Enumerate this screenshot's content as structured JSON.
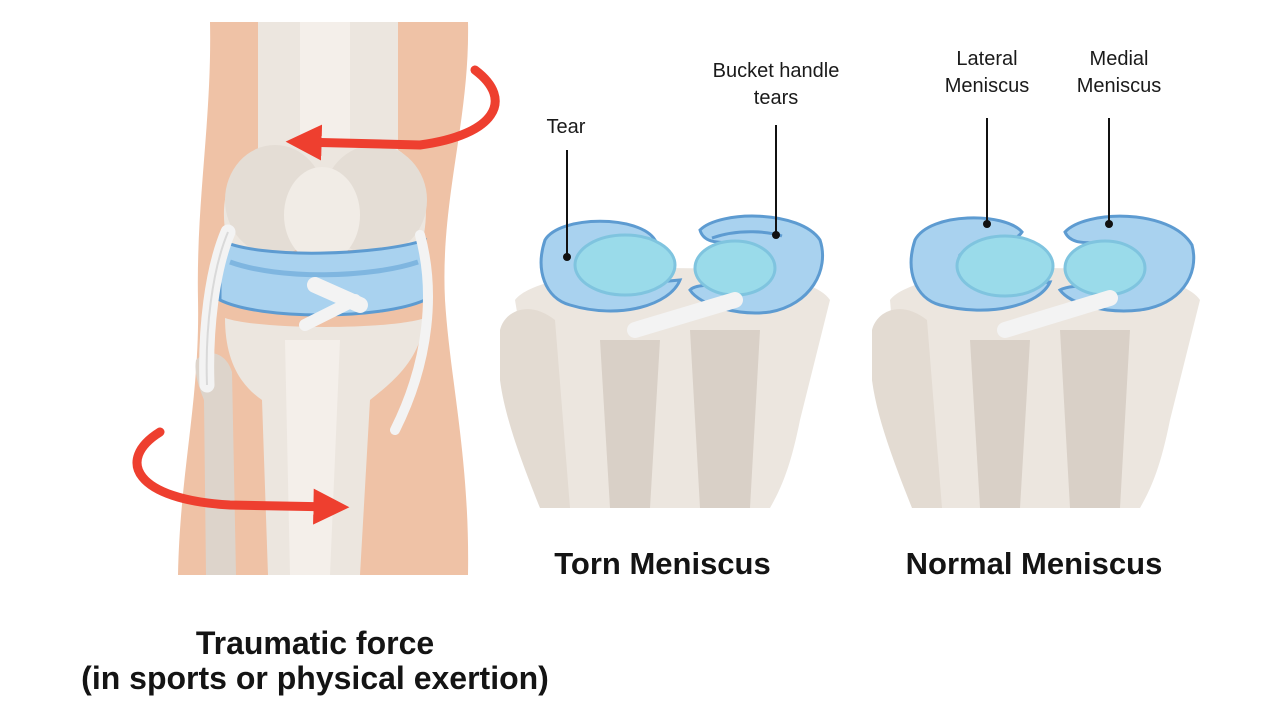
{
  "labels": {
    "tear": "Tear",
    "bucket_handle_line1": "Bucket handle",
    "bucket_handle_line2": "tears",
    "lateral_line1": "Lateral",
    "lateral_line2": "Meniscus",
    "medial_line1": "Medial",
    "medial_line2": "Meniscus"
  },
  "captions": {
    "torn": "Torn Meniscus",
    "normal": "Normal Meniscus",
    "traumatic_line1": "Traumatic force",
    "traumatic_line2": "(in sports or physical exertion)"
  },
  "colors": {
    "skin": "#efc2a6",
    "bone": "#ece6df",
    "bone_shade": "#d9d0c7",
    "meniscus": "#a9d2ef",
    "meniscus_edge": "#5d9bd1",
    "cartilage": "#9adbea",
    "arrow": "#ee3f2f",
    "ligament": "#f3f3f3"
  }
}
